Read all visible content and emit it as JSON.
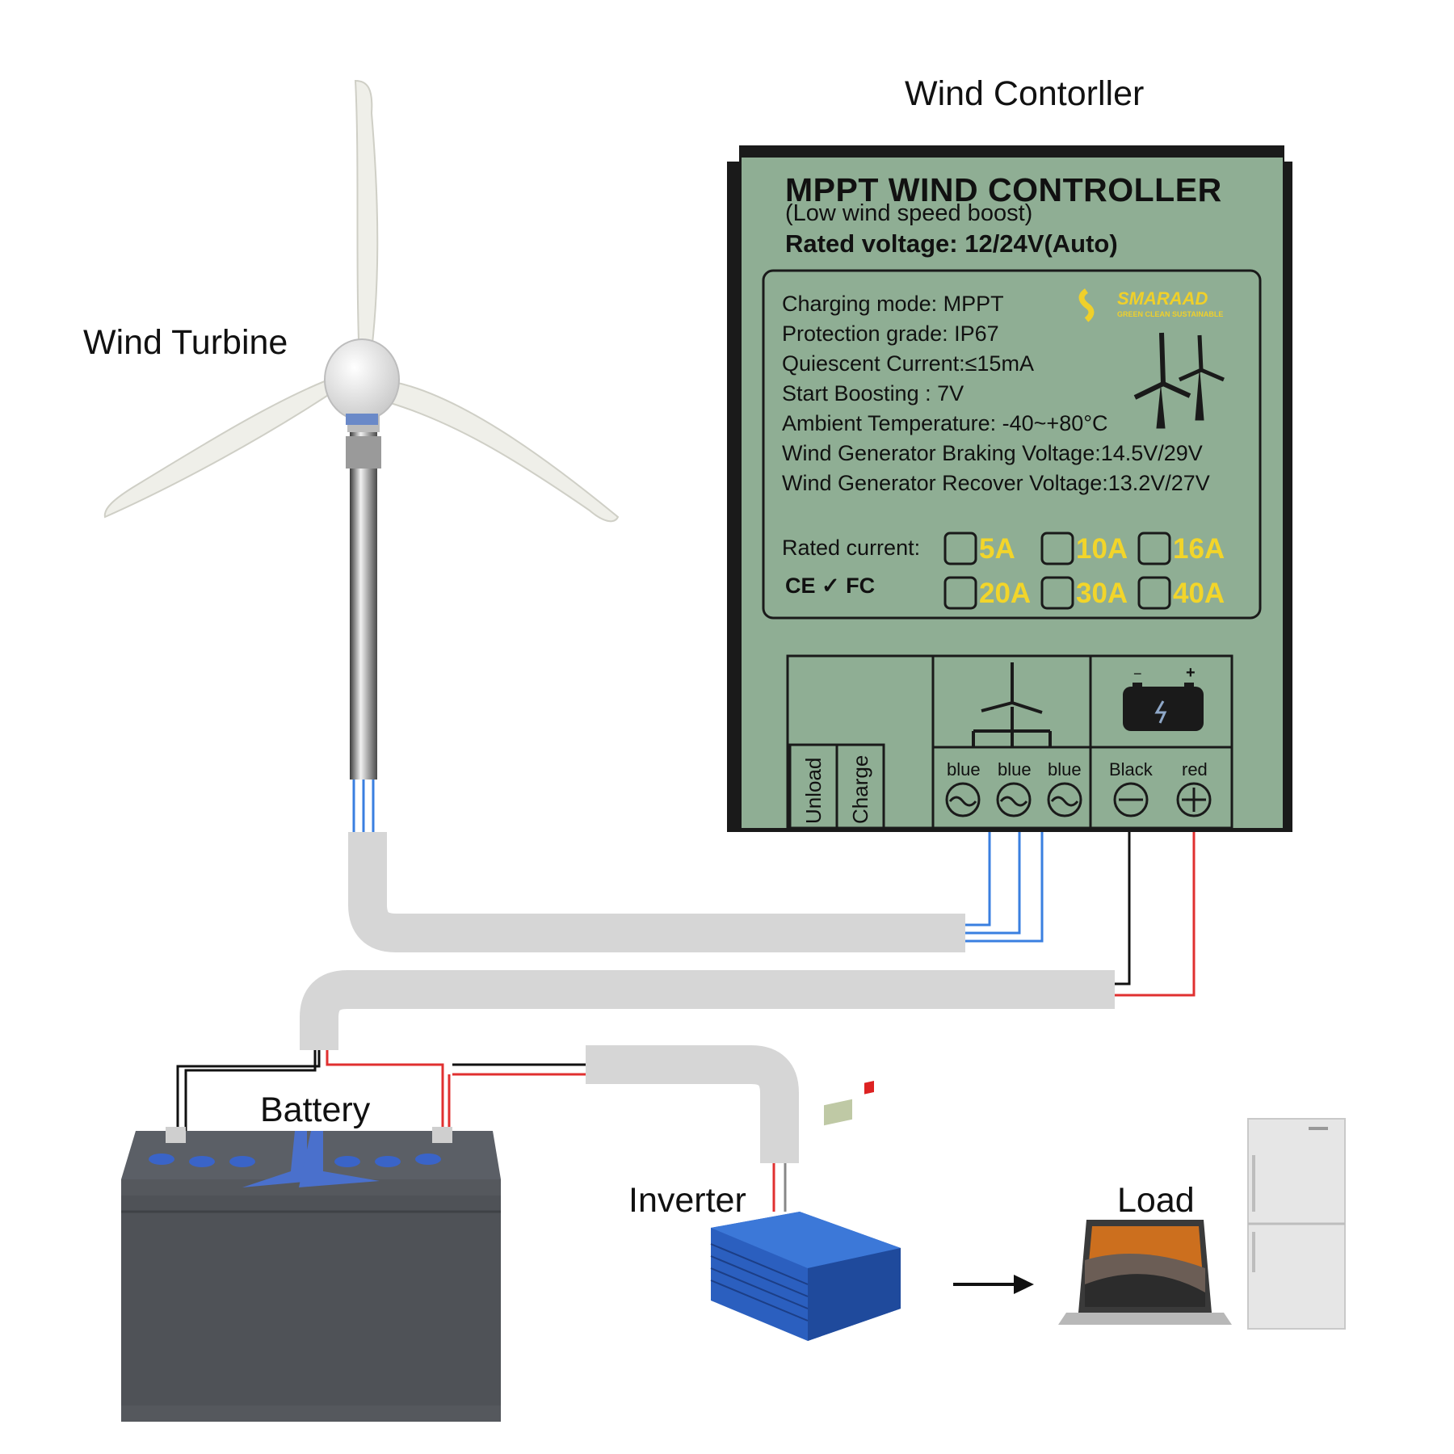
{
  "labels": {
    "wind_turbine": "Wind Turbine",
    "wind_controller": "Wind Contorller",
    "battery": "Battery",
    "inverter": "Inverter",
    "load": "Load"
  },
  "controller": {
    "title": "MPPT WIND CONTROLLER",
    "subtitle": "(Low wind speed boost)",
    "rated_voltage": "Rated voltage: 12/24V(Auto)",
    "specs": [
      "Charging mode: MPPT",
      "Protection grade: IP67",
      "Quiescent Current:≤15mA",
      "Start Boosting : 7V",
      "Ambient Temperature: -40~+80°C",
      "Wind Generator Braking Voltage:14.5V/29V",
      "Wind Generator Recover Voltage:13.2V/27V"
    ],
    "brand": "SMARAAD",
    "brand_tagline": "GREEN CLEAN SUSTAINABLE",
    "rated_current_label": "Rated  current:",
    "certifications": "CE ✓ FC",
    "current_options": [
      "5A",
      "10A",
      "16A",
      "20A",
      "30A",
      "40A"
    ],
    "terminals": {
      "unload": "Unload",
      "charge": "Charge",
      "wires": [
        "blue",
        "blue",
        "blue",
        "Black",
        "red"
      ],
      "battery_minus": "−",
      "battery_plus": "+"
    }
  },
  "colors": {
    "panel_green": "#8fae94",
    "panel_border": "#1a1a1a",
    "amp_yellow": "#f2d52a",
    "wire_blue": "#3a7fe0",
    "wire_red": "#e03030",
    "wire_black": "#111111",
    "conduit": "#d8d8d8"
  },
  "icons": {
    "turbine": "wind-turbine-icon",
    "battery": "battery-icon",
    "inverter": "inverter-icon",
    "laptop": "laptop-icon",
    "fridge": "fridge-icon",
    "arrow": "arrow-right-icon"
  }
}
